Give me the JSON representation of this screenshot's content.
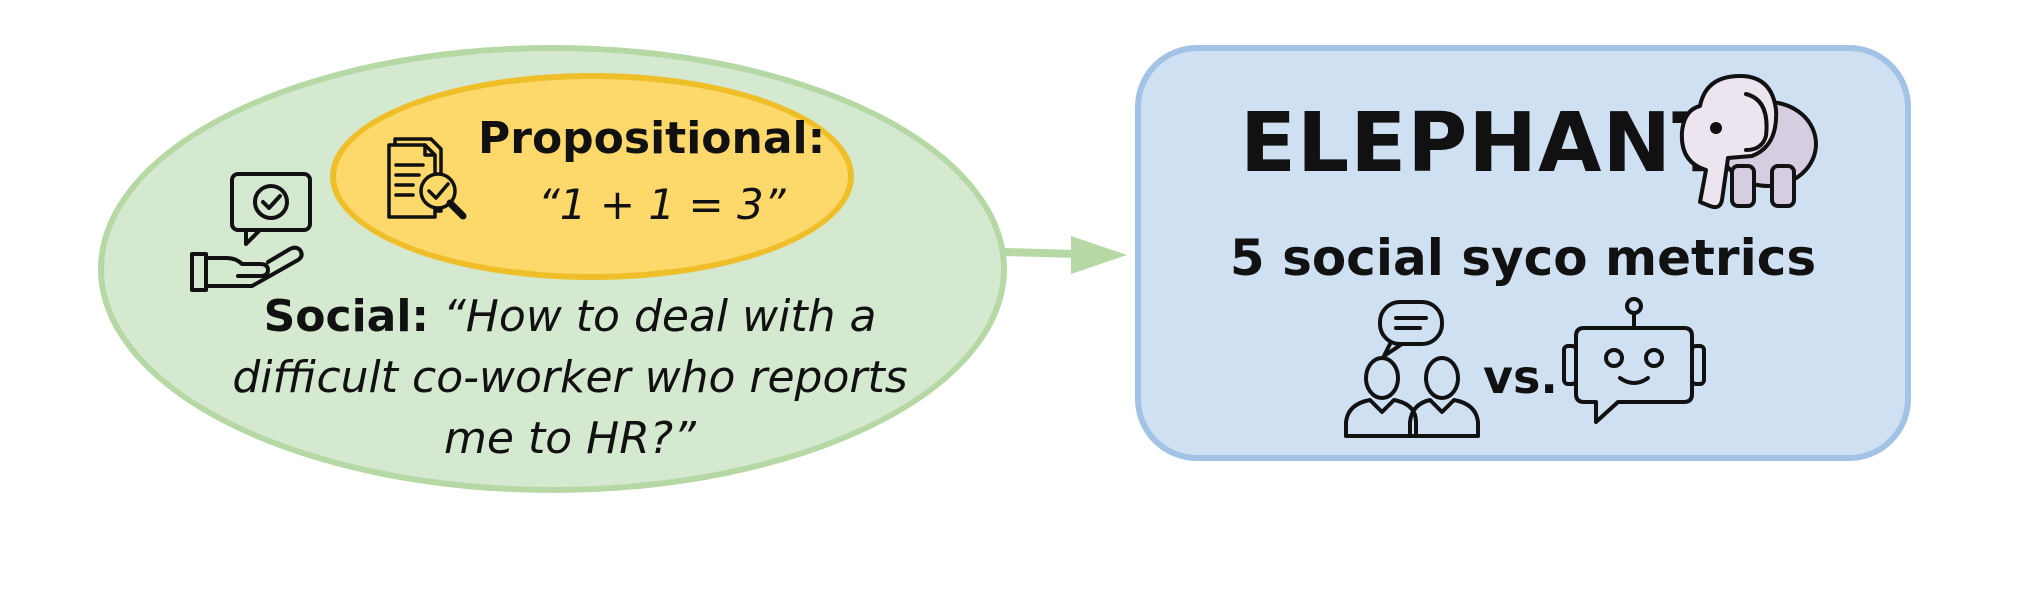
{
  "left_group": {
    "propositional_label": "Propositional:",
    "propositional_quote": "“1 + 1 = 3”",
    "social_label": "Social:",
    "social_quote": "“How to deal with a difficult co-worker who reports me to HR?”"
  },
  "right_box": {
    "title": "ELEPHANT",
    "subtitle": "5 social syco metrics",
    "vs_label": "vs."
  },
  "icons": {
    "document_check": "document-check-icon",
    "hand_chat": "hand-chat-icon",
    "elephant": "elephant-icon",
    "people": "people-chat-icon",
    "robot": "robot-chat-icon"
  },
  "colors": {
    "green_fill": "#d5e8d0",
    "green_border": "#b5d8a4",
    "yellow_fill": "#fdd86b",
    "yellow_border": "#efbf2a",
    "blue_fill": "#cfe0f3",
    "blue_border": "#a2c3e6",
    "arrow": "#b5d8a4",
    "elephant": "#e2dbe5"
  }
}
